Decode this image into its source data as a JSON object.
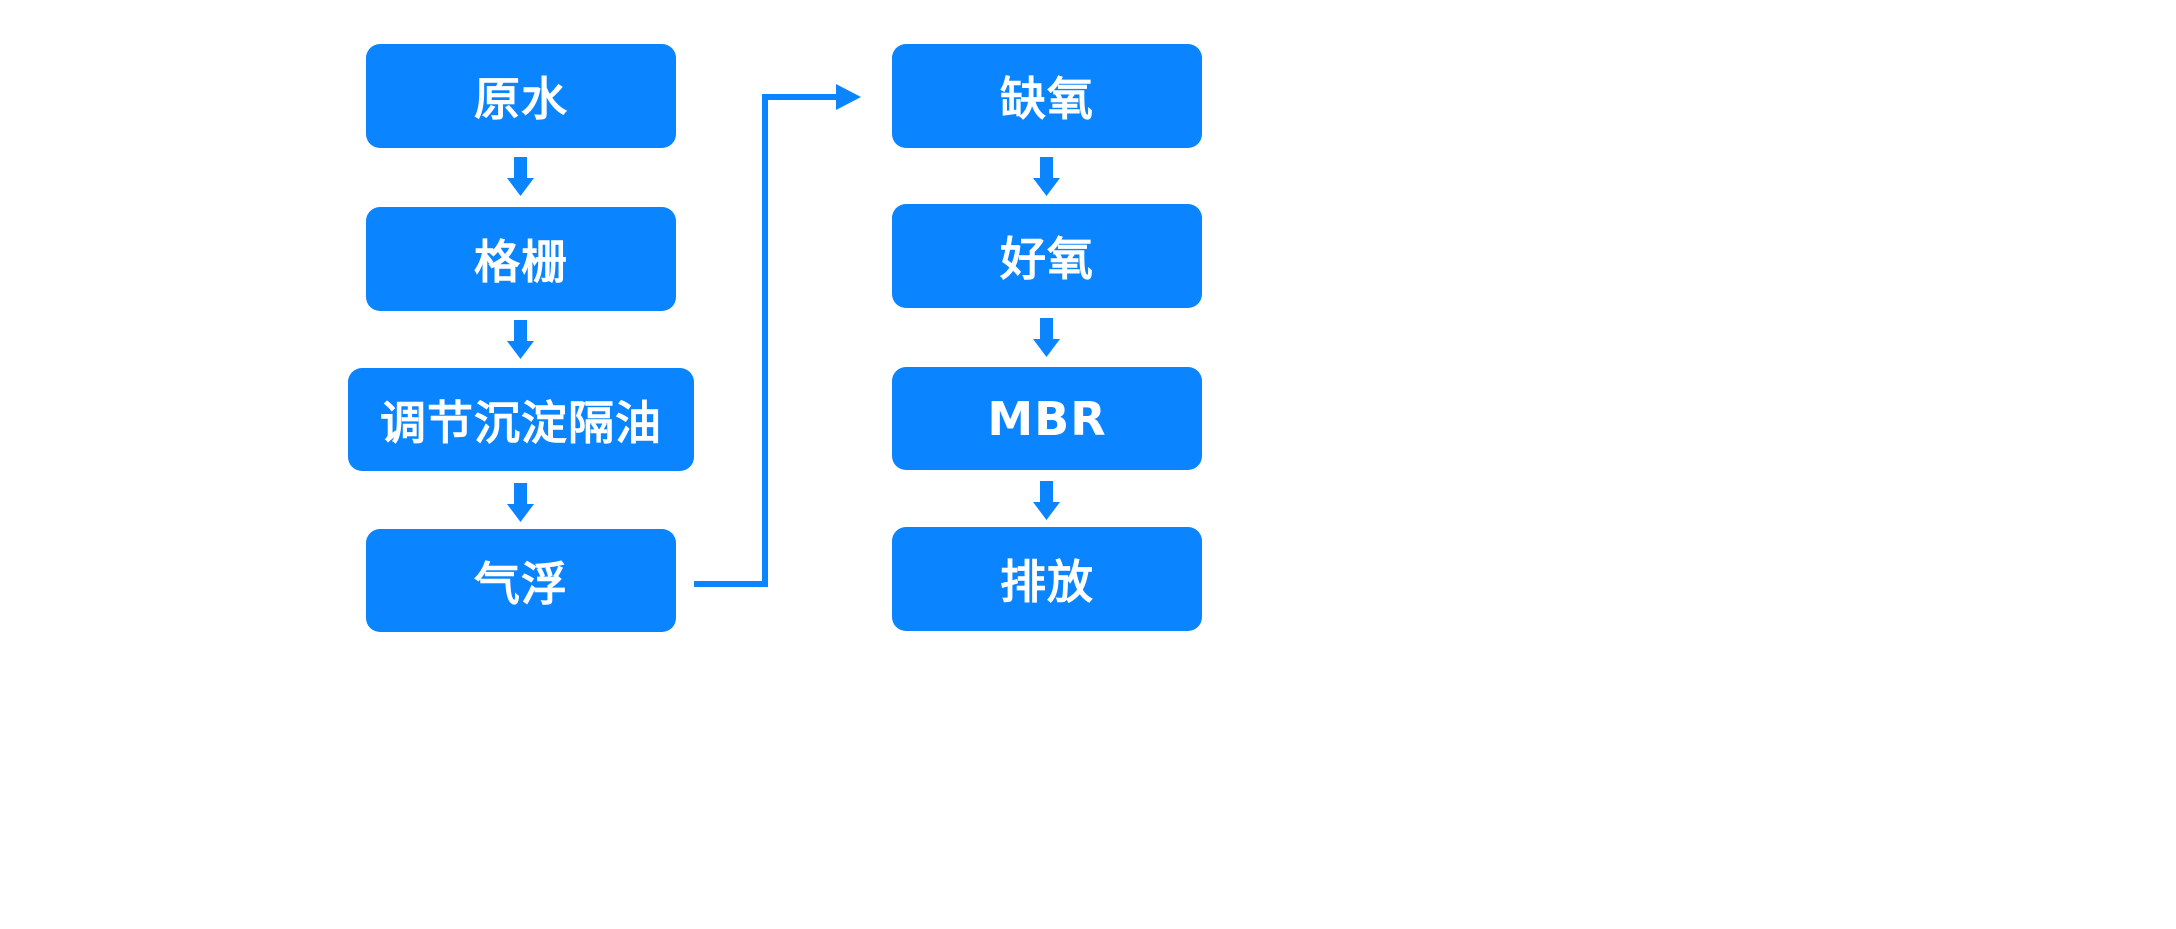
{
  "colors": {
    "box_fill": "#0a84ff",
    "box_text": "#ffffff",
    "connector": "#0a84ff",
    "background": "#ffffff"
  },
  "left_column": {
    "steps": [
      {
        "label": "原水"
      },
      {
        "label": "格栅"
      },
      {
        "label": "调节沉淀隔油"
      },
      {
        "label": "气浮"
      }
    ]
  },
  "right_column": {
    "steps": [
      {
        "label": "缺氧"
      },
      {
        "label": "好氧"
      },
      {
        "label": "MBR"
      },
      {
        "label": "排放"
      }
    ]
  }
}
